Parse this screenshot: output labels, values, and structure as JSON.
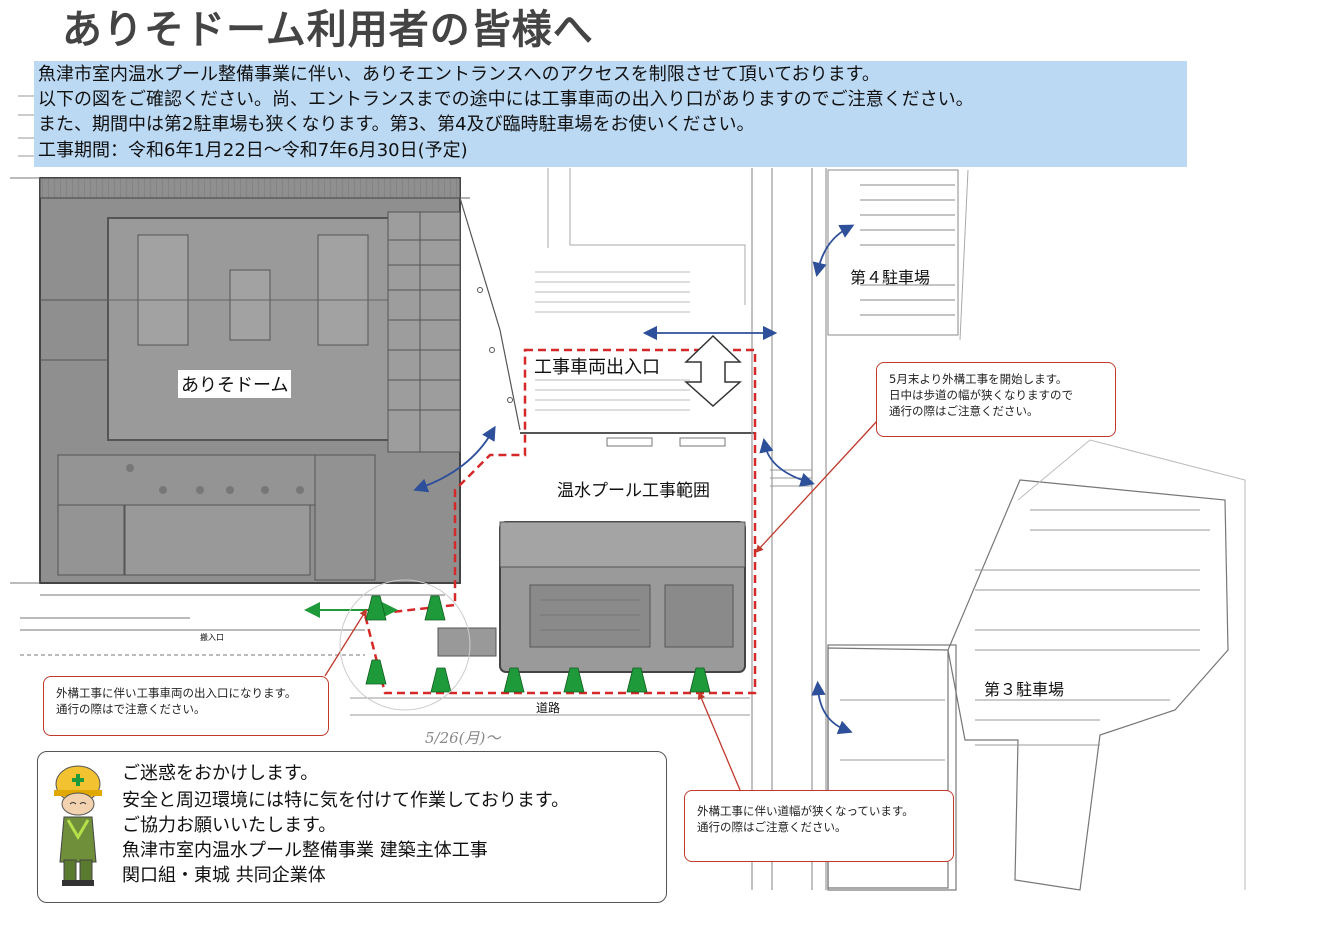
{
  "title": "ありそドーム利用者の皆様へ",
  "notice": {
    "lines": [
      "魚津市室内温水プール整備事業に伴い、ありそエントランスへのアクセスを制限させて頂いております。",
      "以下の図をご確認ください。尚、エントランスまでの途中には工事車両の出入り口がありますのでご注意ください。",
      "また、期間中は第2駐車場も狭くなります。第3、第4及び臨時駐車場をお使いください。",
      "工事期間：令和6年1月22日～令和7年6月30日(予定)"
    ]
  },
  "map": {
    "building_label": "ありそドーム",
    "vehicle_entrance_label": "工事車両出入口",
    "construction_area_label": "温水プール工事範囲",
    "parking4_label": "第４駐車場",
    "parking3_label": "第３駐車場",
    "road_label": "道路",
    "entrance_small_label": "搬入口",
    "handwritten_note": "5/26(月)～"
  },
  "callouts": {
    "top_right": [
      "5月末より外構工事を開始します。",
      "日中は歩道の幅が狭くなりますので",
      "通行の際はご注意ください。"
    ],
    "bottom_left": [
      "外構工事に伴い工事車両の出入口になります。",
      "通行の際はで注意ください。"
    ],
    "bottom_right": [
      "外構工事に伴い道幅が狭くなっています。",
      "通行の際はご注意ください。"
    ]
  },
  "footer": {
    "lines": [
      "ご迷惑をおかけします。",
      "安全と周辺環境には特に気を付けて作業しております。",
      "ご協力お願いいたします。",
      "魚津市室内温水プール整備事業 建築主体工事",
      "関口組・東城 共同企業体"
    ]
  },
  "colors": {
    "notice_bg": "#bcd9f4",
    "construction_dash": "#d62828",
    "callout_border": "#c0392b",
    "arrow_blue": "#2e4f9a",
    "arrow_green": "#1f9a3a",
    "cone_green": "#1f9a3a",
    "building_gray": "#8f8f8f"
  },
  "icons": [
    "worker-bowing-icon",
    "traffic-cone-icon",
    "double-arrow-icon",
    "vertical-double-arrow-icon"
  ]
}
